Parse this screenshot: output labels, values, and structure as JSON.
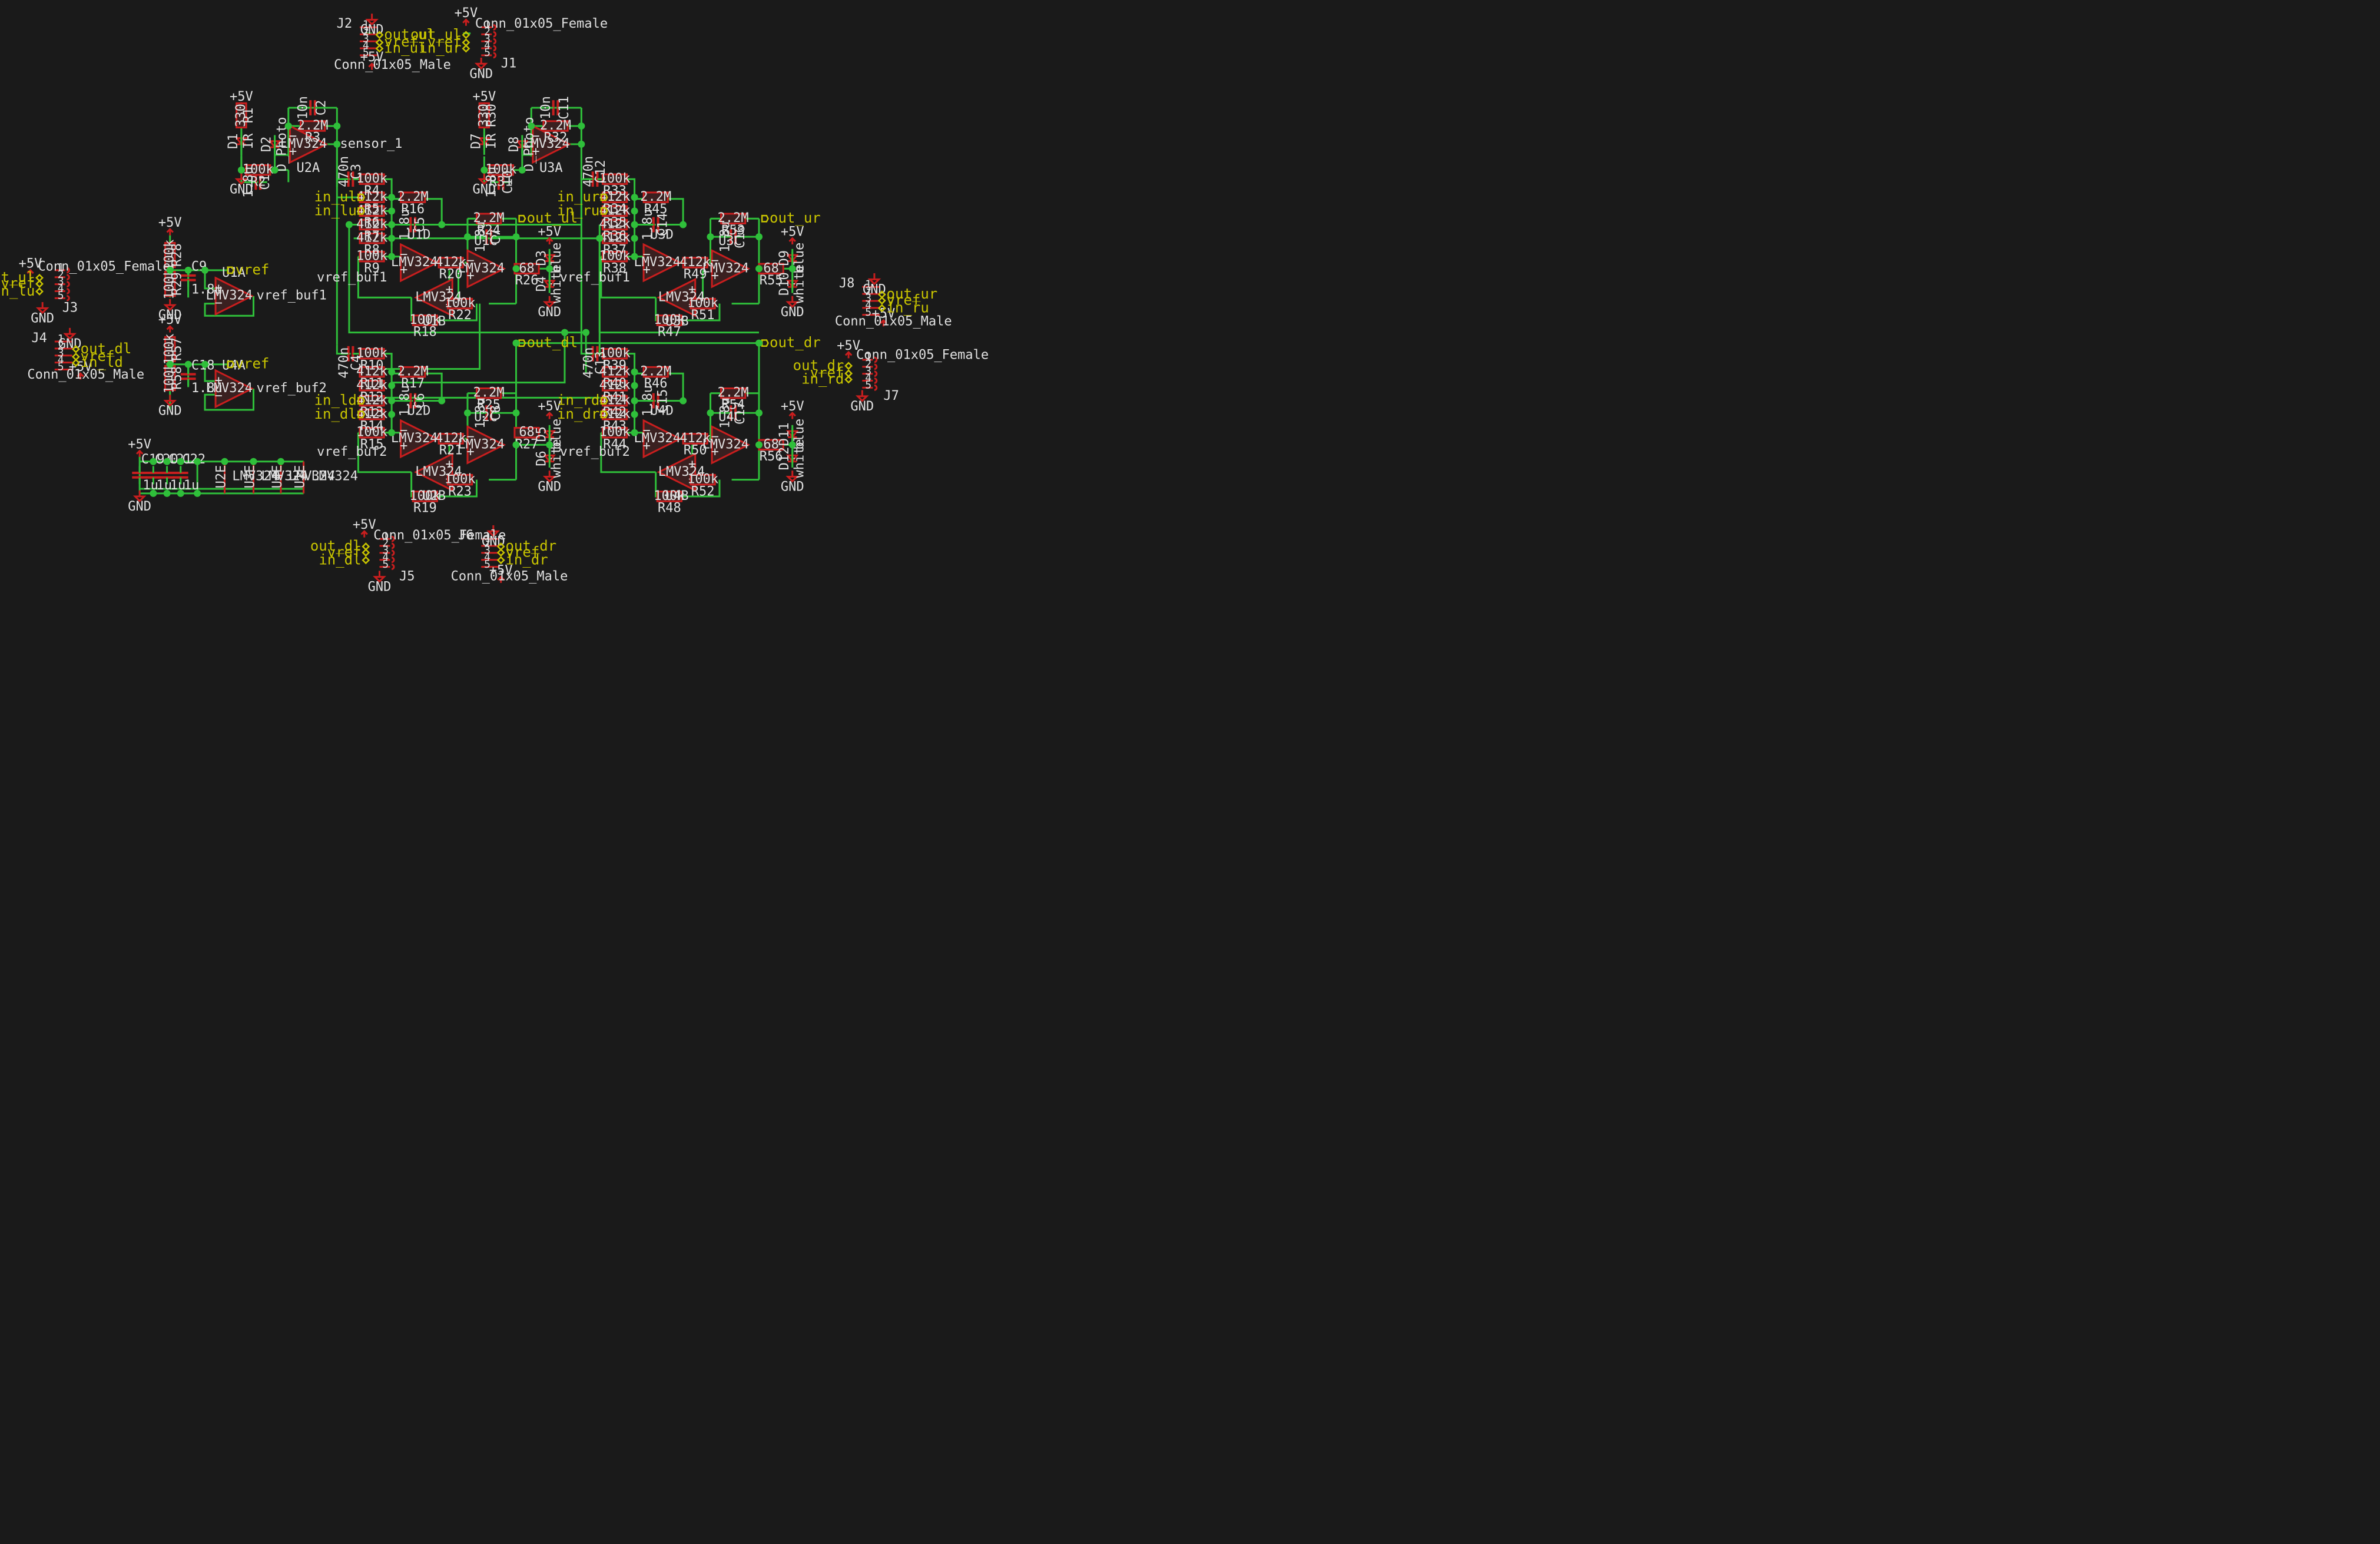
{
  "colors": {
    "background": "#1a1a1a",
    "wire": "#2fbf3a",
    "component": "#c81e1e",
    "component_fill": "#3a2020",
    "text": "#e0e0e0",
    "label": "#c8c400",
    "junction": "#2fbf3a"
  },
  "net_labels": [
    {
      "text": "sensor_1"
    },
    {
      "text": "vref_buf1"
    },
    {
      "text": "vref_buf2"
    }
  ],
  "global_labels": [
    {
      "text": "out_ul"
    },
    {
      "text": "out_ur"
    },
    {
      "text": "out_dl"
    },
    {
      "text": "out_dr"
    },
    {
      "text": "in_ul"
    },
    {
      "text": "in_lu"
    },
    {
      "text": "in_ur"
    },
    {
      "text": "in_ru"
    },
    {
      "text": "in_ld"
    },
    {
      "text": "in_dl"
    },
    {
      "text": "in_rd"
    },
    {
      "text": "in_dr"
    },
    {
      "text": "vref"
    }
  ],
  "power": [
    {
      "text": "+5V"
    },
    {
      "text": "GND"
    }
  ],
  "opamps": [
    {
      "ref": "U1A",
      "value": "LMV324"
    },
    {
      "ref": "U1B",
      "value": "LMV324"
    },
    {
      "ref": "U1C",
      "value": "LMV324"
    },
    {
      "ref": "U1D",
      "value": "LMV324"
    },
    {
      "ref": "U2A",
      "value": "LMV324"
    },
    {
      "ref": "U2B",
      "value": "LMV324"
    },
    {
      "ref": "U2C",
      "value": "LMV324"
    },
    {
      "ref": "U2D",
      "value": "LMV324"
    },
    {
      "ref": "U3A",
      "value": "LMV324"
    },
    {
      "ref": "U3B",
      "value": "LMV324"
    },
    {
      "ref": "U3C",
      "value": "LMV324"
    },
    {
      "ref": "U3D",
      "value": "LMV324"
    },
    {
      "ref": "U4A",
      "value": "LMV324"
    },
    {
      "ref": "U4B",
      "value": "LMV324"
    },
    {
      "ref": "U4C",
      "value": "LMV324"
    },
    {
      "ref": "U4D",
      "value": "LMV324"
    }
  ],
  "power_units": [
    {
      "ref": "U2E",
      "value": "LMV324"
    },
    {
      "ref": "U3E",
      "value": "LMV324"
    },
    {
      "ref": "U4E",
      "value": "LMV324"
    },
    {
      "ref": "U1E",
      "value": "LMV324"
    }
  ],
  "resistors": [
    {
      "ref": "R1",
      "value": "330"
    },
    {
      "ref": "R2",
      "value": "100k"
    },
    {
      "ref": "R3",
      "value": "2.2M"
    },
    {
      "ref": "R4",
      "value": "100k"
    },
    {
      "ref": "R5",
      "value": "412k"
    },
    {
      "ref": "R6",
      "value": "412k"
    },
    {
      "ref": "R7",
      "value": "412k"
    },
    {
      "ref": "R8",
      "value": "412k"
    },
    {
      "ref": "R9",
      "value": "100k"
    },
    {
      "ref": "R16",
      "value": "2.2M"
    },
    {
      "ref": "R18",
      "value": "100k"
    },
    {
      "ref": "R20",
      "value": "412k"
    },
    {
      "ref": "R22",
      "value": "100k"
    },
    {
      "ref": "R24",
      "value": "2.2M"
    },
    {
      "ref": "R26",
      "value": "68"
    },
    {
      "ref": "R28",
      "value": "100k"
    },
    {
      "ref": "R29",
      "value": "100k"
    },
    {
      "ref": "R30",
      "value": "330"
    },
    {
      "ref": "R31",
      "value": "100k"
    },
    {
      "ref": "R32",
      "value": "2.2M"
    },
    {
      "ref": "R33",
      "value": "100k"
    },
    {
      "ref": "R34",
      "value": "412k"
    },
    {
      "ref": "R35",
      "value": "412k"
    },
    {
      "ref": "R36",
      "value": "412k"
    },
    {
      "ref": "R37",
      "value": "412k"
    },
    {
      "ref": "R38",
      "value": "100k"
    },
    {
      "ref": "R45",
      "value": "2.2M"
    },
    {
      "ref": "R47",
      "value": "100k"
    },
    {
      "ref": "R49",
      "value": "412k"
    },
    {
      "ref": "R51",
      "value": "100k"
    },
    {
      "ref": "R53",
      "value": "2.2M"
    },
    {
      "ref": "R55",
      "value": "68"
    },
    {
      "ref": "R10",
      "value": "100k"
    },
    {
      "ref": "R11",
      "value": "412k"
    },
    {
      "ref": "R12",
      "value": "412k"
    },
    {
      "ref": "R13",
      "value": "412k"
    },
    {
      "ref": "R14",
      "value": "412k"
    },
    {
      "ref": "R15",
      "value": "100k"
    },
    {
      "ref": "R17",
      "value": "2.2M"
    },
    {
      "ref": "R19",
      "value": "100k"
    },
    {
      "ref": "R21",
      "value": "412k"
    },
    {
      "ref": "R23",
      "value": "100k"
    },
    {
      "ref": "R25",
      "value": "2.2M"
    },
    {
      "ref": "R27",
      "value": "68"
    },
    {
      "ref": "R57",
      "value": "100k"
    },
    {
      "ref": "R58",
      "value": "100k"
    },
    {
      "ref": "R39",
      "value": "100k"
    },
    {
      "ref": "R40",
      "value": "412k"
    },
    {
      "ref": "R41",
      "value": "412k"
    },
    {
      "ref": "R42",
      "value": "412k"
    },
    {
      "ref": "R43",
      "value": "412k"
    },
    {
      "ref": "R44",
      "value": "100k"
    },
    {
      "ref": "R46",
      "value": "2.2M"
    },
    {
      "ref": "R48",
      "value": "100k"
    },
    {
      "ref": "R50",
      "value": "412k"
    },
    {
      "ref": "R52",
      "value": "100k"
    },
    {
      "ref": "R54",
      "value": "2.2M"
    },
    {
      "ref": "R56",
      "value": "68"
    }
  ],
  "capacitors": [
    {
      "ref": "C1",
      "value": "1.8u"
    },
    {
      "ref": "C2",
      "value": "10n"
    },
    {
      "ref": "C3",
      "value": "470n"
    },
    {
      "ref": "C4",
      "value": "470n"
    },
    {
      "ref": "C5",
      "value": "1.8u"
    },
    {
      "ref": "C6",
      "value": "1.8u"
    },
    {
      "ref": "C7",
      "value": "1.8u"
    },
    {
      "ref": "C8",
      "value": "1.8u"
    },
    {
      "ref": "C9",
      "value": "1.8u"
    },
    {
      "ref": "C10",
      "value": "1.8u"
    },
    {
      "ref": "C11",
      "value": "10n"
    },
    {
      "ref": "C12",
      "value": "470n"
    },
    {
      "ref": "C13",
      "value": "470n"
    },
    {
      "ref": "C14",
      "value": "1.8u"
    },
    {
      "ref": "C15",
      "value": "1.8u"
    },
    {
      "ref": "C16",
      "value": "1.8u"
    },
    {
      "ref": "C17",
      "value": "1.8u"
    },
    {
      "ref": "C18",
      "value": "1.8u"
    },
    {
      "ref": "C19",
      "value": "1u"
    },
    {
      "ref": "C20",
      "value": "1u"
    },
    {
      "ref": "C21",
      "value": "1u"
    },
    {
      "ref": "C22",
      "value": "1u"
    }
  ],
  "diodes": [
    {
      "ref": "D1",
      "value": "IR"
    },
    {
      "ref": "D2",
      "value": "D_Photo"
    },
    {
      "ref": "D3",
      "value": "blue"
    },
    {
      "ref": "D4",
      "value": "white"
    },
    {
      "ref": "D5",
      "value": "blue"
    },
    {
      "ref": "D6",
      "value": "white"
    },
    {
      "ref": "D7",
      "value": "IR"
    },
    {
      "ref": "D8",
      "value": "D_Photo"
    },
    {
      "ref": "D9",
      "value": "blue"
    },
    {
      "ref": "D10",
      "value": "white"
    },
    {
      "ref": "D11",
      "value": "blue"
    },
    {
      "ref": "D12",
      "value": "white"
    }
  ],
  "connectors": [
    {
      "ref": "J1",
      "value": "Conn_01x05_Female"
    },
    {
      "ref": "J2",
      "value": "Conn_01x05_Male"
    },
    {
      "ref": "J3",
      "value": "Conn_01x05_Female"
    },
    {
      "ref": "J4",
      "value": "Conn_01x05_Male"
    },
    {
      "ref": "J5",
      "value": "Conn_01x05_Female"
    },
    {
      "ref": "J6",
      "value": "Conn_01x05_Male"
    },
    {
      "ref": "J7",
      "value": "Conn_01x05_Female"
    },
    {
      "ref": "J8",
      "value": "Conn_01x05_Male"
    }
  ],
  "pin_numbers": [
    "1",
    "2",
    "3",
    "4",
    "5"
  ]
}
